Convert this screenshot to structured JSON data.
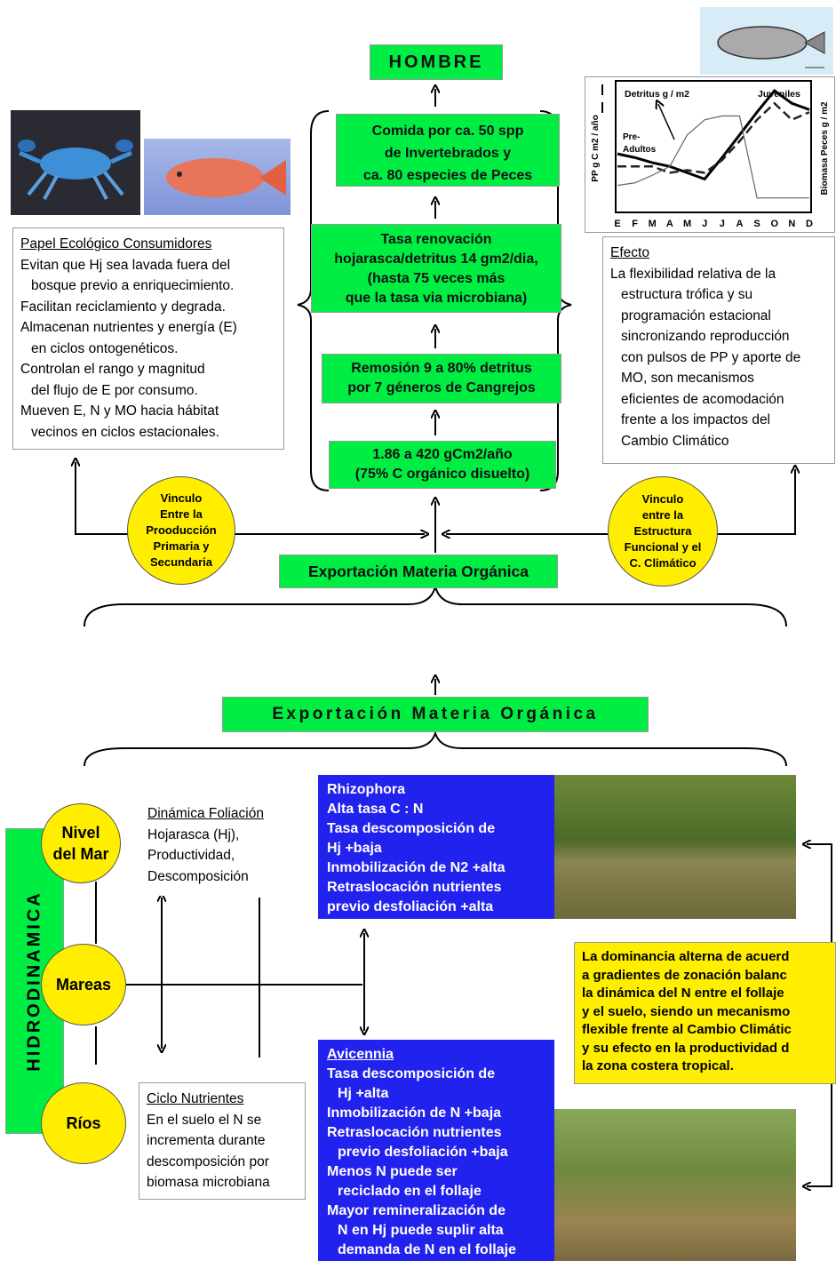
{
  "top": {
    "hombre": "HOMBRE",
    "box1": [
      "Comida por ca. 50 spp",
      "de Invertebrados y",
      "ca. 80 especies de Peces"
    ],
    "box2": [
      "Tasa renovación",
      "hojarasca/detritus 14 gm2/dia,",
      "(hasta 75 veces más",
      "que la tasa via microbiana)"
    ],
    "box3": [
      "Remosión 9 a 80% detritus",
      "por 7 géneros de Cangrejos"
    ],
    "box4": [
      "1.86 a 420 gCm2/año",
      "(75% C orgánico disuelto)"
    ],
    "export1": "Exportación Materia Orgánica",
    "vinculo_left": [
      "Vinculo",
      "Entre la",
      "Prooducción",
      "Primaria y",
      "Secundaria"
    ],
    "vinculo_right": [
      "Vinculo",
      "entre la",
      "Estructura",
      "Funcional y el",
      "C. Climático"
    ]
  },
  "left_panel": {
    "title": "Papel Ecológico Consumidores",
    "lines": [
      "Evitan que Hj sea lavada fuera del",
      "  bosque previo a enriquecimiento.",
      "Facilitan reciclamiento y degrada.",
      "Almacenan nutrientes y energía (E)",
      "  en ciclos ontogenéticos.",
      "Controlan el rango y magnitud",
      "  del flujo de E por consumo.",
      "Mueven E, N y MO  hacia hábitat",
      "  vecinos en  ciclos estacionales."
    ]
  },
  "right_panel": {
    "title": "Efecto",
    "lines": [
      "La flexibilidad relativa de la",
      "  estructura trófica y su",
      "  programación estacional",
      "  sincronizando reproducción",
      "  con pulsos de PP y aporte de",
      "  MO, son mecanismos",
      "  eficientes de acomodación",
      "  frente a los impactos del",
      "  Cambio Climático"
    ]
  },
  "chart_data": {
    "type": "line",
    "categories": [
      "E",
      "F",
      "M",
      "A",
      "M",
      "J",
      "J",
      "A",
      "S",
      "O",
      "N",
      "D"
    ],
    "ylabel_left": "PP g C m2 / año",
    "ylabel_right": "Biomasa Peces g / m2",
    "labels": {
      "detritus": "Detritus g / m2",
      "juveniles": "Juveniles",
      "preadultos": [
        "Pre-",
        "Adultos"
      ]
    },
    "series": [
      {
        "style": "solid-thick",
        "values": [
          0.45,
          0.42,
          0.38,
          0.35,
          0.3,
          0.25,
          0.42,
          0.6,
          0.78,
          0.95,
          0.85,
          0.8
        ]
      },
      {
        "style": "dashed",
        "values": [
          0.35,
          0.35,
          0.35,
          0.3,
          0.32,
          0.3,
          0.4,
          0.55,
          0.72,
          0.85,
          0.72,
          0.78
        ]
      },
      {
        "style": "thin-gray",
        "values": [
          0.2,
          0.22,
          0.28,
          0.35,
          0.6,
          0.72,
          0.75,
          0.75,
          0.1,
          0.1,
          0.1,
          0.1
        ]
      }
    ]
  },
  "bottom": {
    "export2": "Exportación Materia Orgánica",
    "hidro": "HIDRODINAMICA",
    "circle1": [
      "Nivel",
      "del Mar"
    ],
    "circle2": [
      "Mareas"
    ],
    "circle3": [
      "Ríos"
    ],
    "foliacion_title": "Dinámica Foliación",
    "foliacion_lines": [
      "Hojarasca (Hj),",
      "Productividad,",
      "Descomposición"
    ],
    "nutrientes_title": "Ciclo Nutrientes",
    "nutrientes_lines": [
      "En el suelo el N se",
      "incrementa durante",
      "descomposición por",
      "biomasa microbiana"
    ],
    "rhizo_lines": [
      "Rhizophora",
      "Alta tasa C : N",
      "Tasa descomposición  de",
      "Hj +baja",
      "Inmobilización de N2 +alta",
      "Retraslocación nutrientes",
      "previo desfoliación +alta"
    ],
    "avic_title": "Avicennia",
    "avic_lines": [
      "Tasa descomposición de",
      " Hj +alta",
      "Inmobilización de N +baja",
      "Retraslocación nutrientes",
      " previo desfoliación +baja",
      "Menos N  puede ser",
      " reciclado en el follaje",
      "Mayor remineralización de",
      " N en Hj puede suplir alta",
      " demanda de N en el follaje"
    ],
    "yellow_lines": [
      "La dominancia alterna de acuerd",
      "a gradientes de zonación balanc",
      "la dinámica del N  entre el follaje",
      "y el suelo, siendo un mecanismo",
      "flexible frente al Cambio Climátic",
      "y su efecto en la productividad d",
      "la zona costera tropical."
    ]
  },
  "colors": {
    "green": "#00ee44",
    "yellow": "#ffee00",
    "blue": "#2222ee"
  }
}
